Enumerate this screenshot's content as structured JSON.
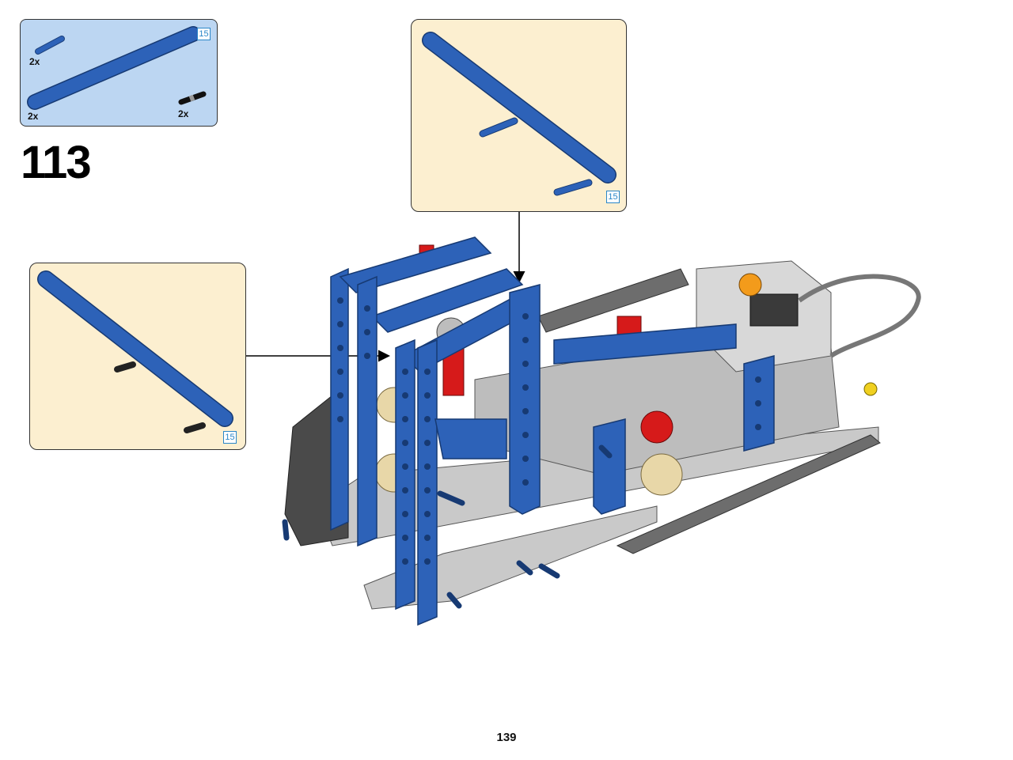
{
  "step": {
    "number": "113"
  },
  "page": {
    "number": "139"
  },
  "parts_list": {
    "items": [
      {
        "part": "blue-axle-pin",
        "quantity": "2x",
        "icon": "blue-axle-pin-icon"
      },
      {
        "part": "blue-15-liftarm",
        "quantity": "2x",
        "length_badge": "15",
        "icon": "blue-liftarm-15-icon"
      },
      {
        "part": "black-connector-pin",
        "quantity": "2x",
        "icon": "black-connector-pin-icon"
      }
    ]
  },
  "callouts": [
    {
      "badge": "15"
    },
    {
      "badge": "15"
    }
  ],
  "colors": {
    "parts_panel_bg": "#bcd6f2",
    "callout_bg": "#fcefd0",
    "lego_blue": "#2d62b8",
    "lego_light_gray": "#c9c9c9",
    "lego_dark_gray": "#6d6d6d",
    "lego_red": "#d61a1a",
    "lego_tan": "#e8d7a8",
    "lego_orange": "#f39b1b",
    "badge_blue": "#2a86c8"
  }
}
